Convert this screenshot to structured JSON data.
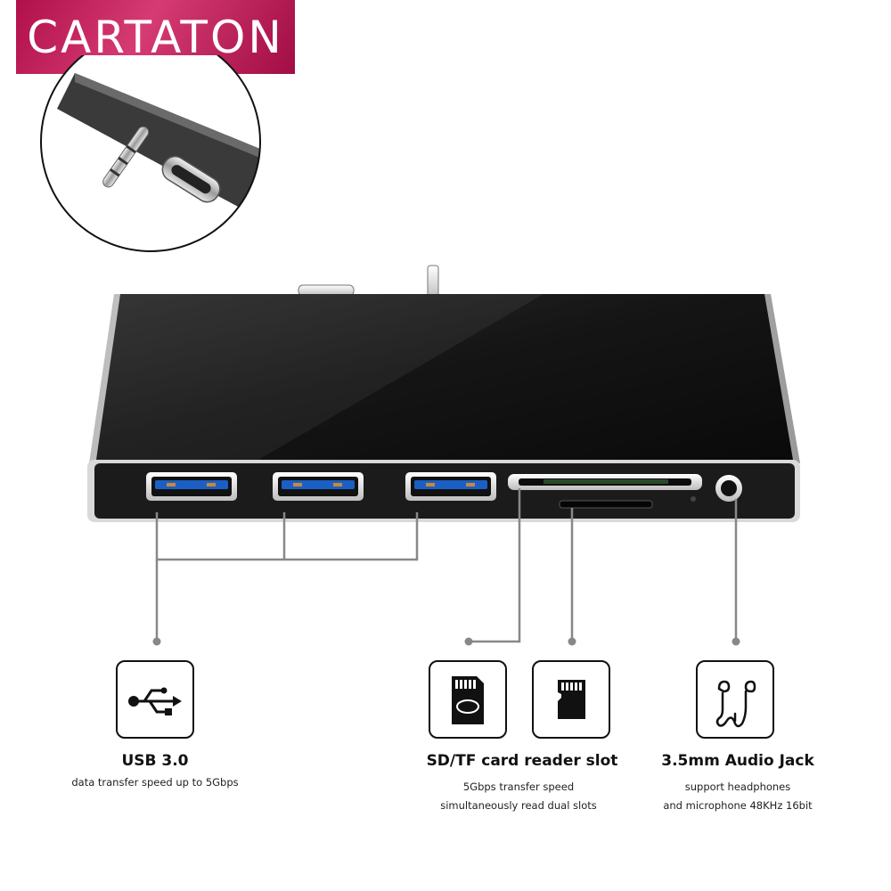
{
  "brand": {
    "name": "CARTATON"
  },
  "features": [
    {
      "title": "USB 3.0",
      "desc1": "data transfer speed up to 5Gbps",
      "desc2": "",
      "icon": "usb-icon"
    },
    {
      "title": "SD/TF card reader slot",
      "desc1": "5Gbps transfer speed",
      "desc2": "simultaneously read dual slots",
      "icon": "sd-card-icon",
      "icon2": "tf-card-icon"
    },
    {
      "title": "3.5mm Audio Jack",
      "desc1": "support headphones",
      "desc2": "and microphone 48KHz 16bit",
      "icon": "headphones-icon"
    }
  ],
  "colors": {
    "brand_bg": "#c21f5b",
    "usb_blue": "#1c5fc4",
    "leader_gray": "#888888"
  }
}
